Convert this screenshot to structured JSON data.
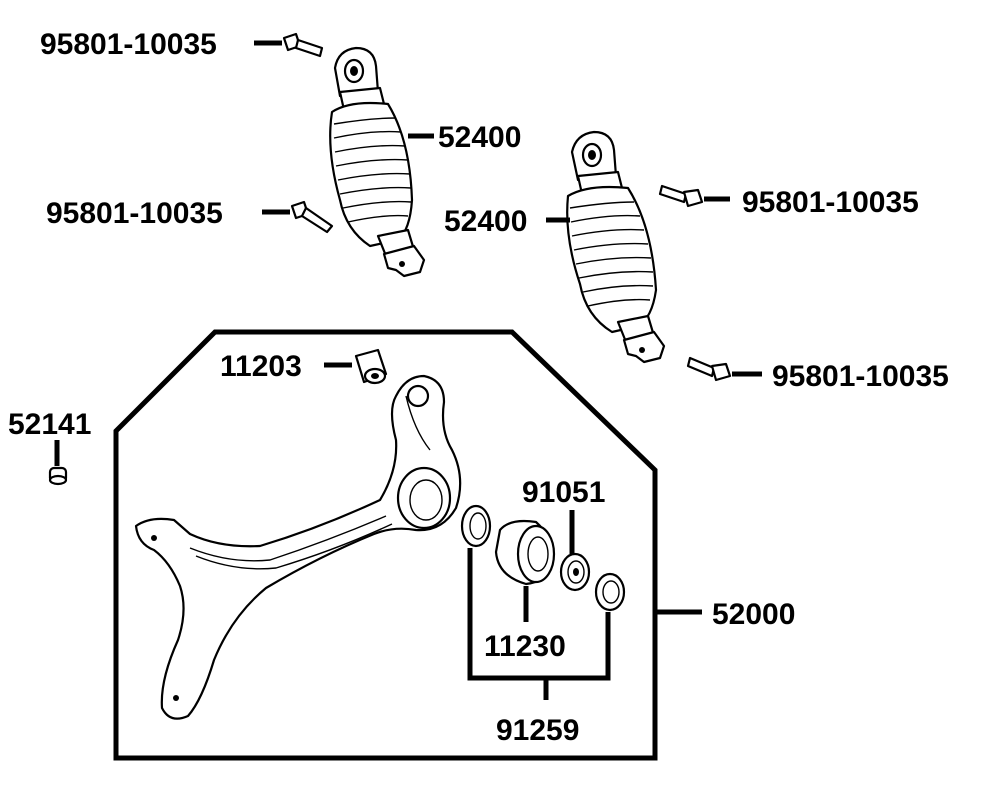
{
  "labels": {
    "bolt_a": "95801-10035",
    "bolt_b": "95801-10035",
    "bolt_c": "95801-10035",
    "bolt_d": "95801-10035",
    "shock_left": "52400",
    "shock_right": "52400",
    "collar": "11203",
    "cap": "52141",
    "bracket_assy": "52000",
    "oil_seal": "91051",
    "bearing": "11230",
    "seal_kit": "91259"
  },
  "icons": [
    "shock-absorber",
    "bolt",
    "collar",
    "cap",
    "swing-bracket",
    "oil-seal",
    "bearing",
    "ring"
  ]
}
